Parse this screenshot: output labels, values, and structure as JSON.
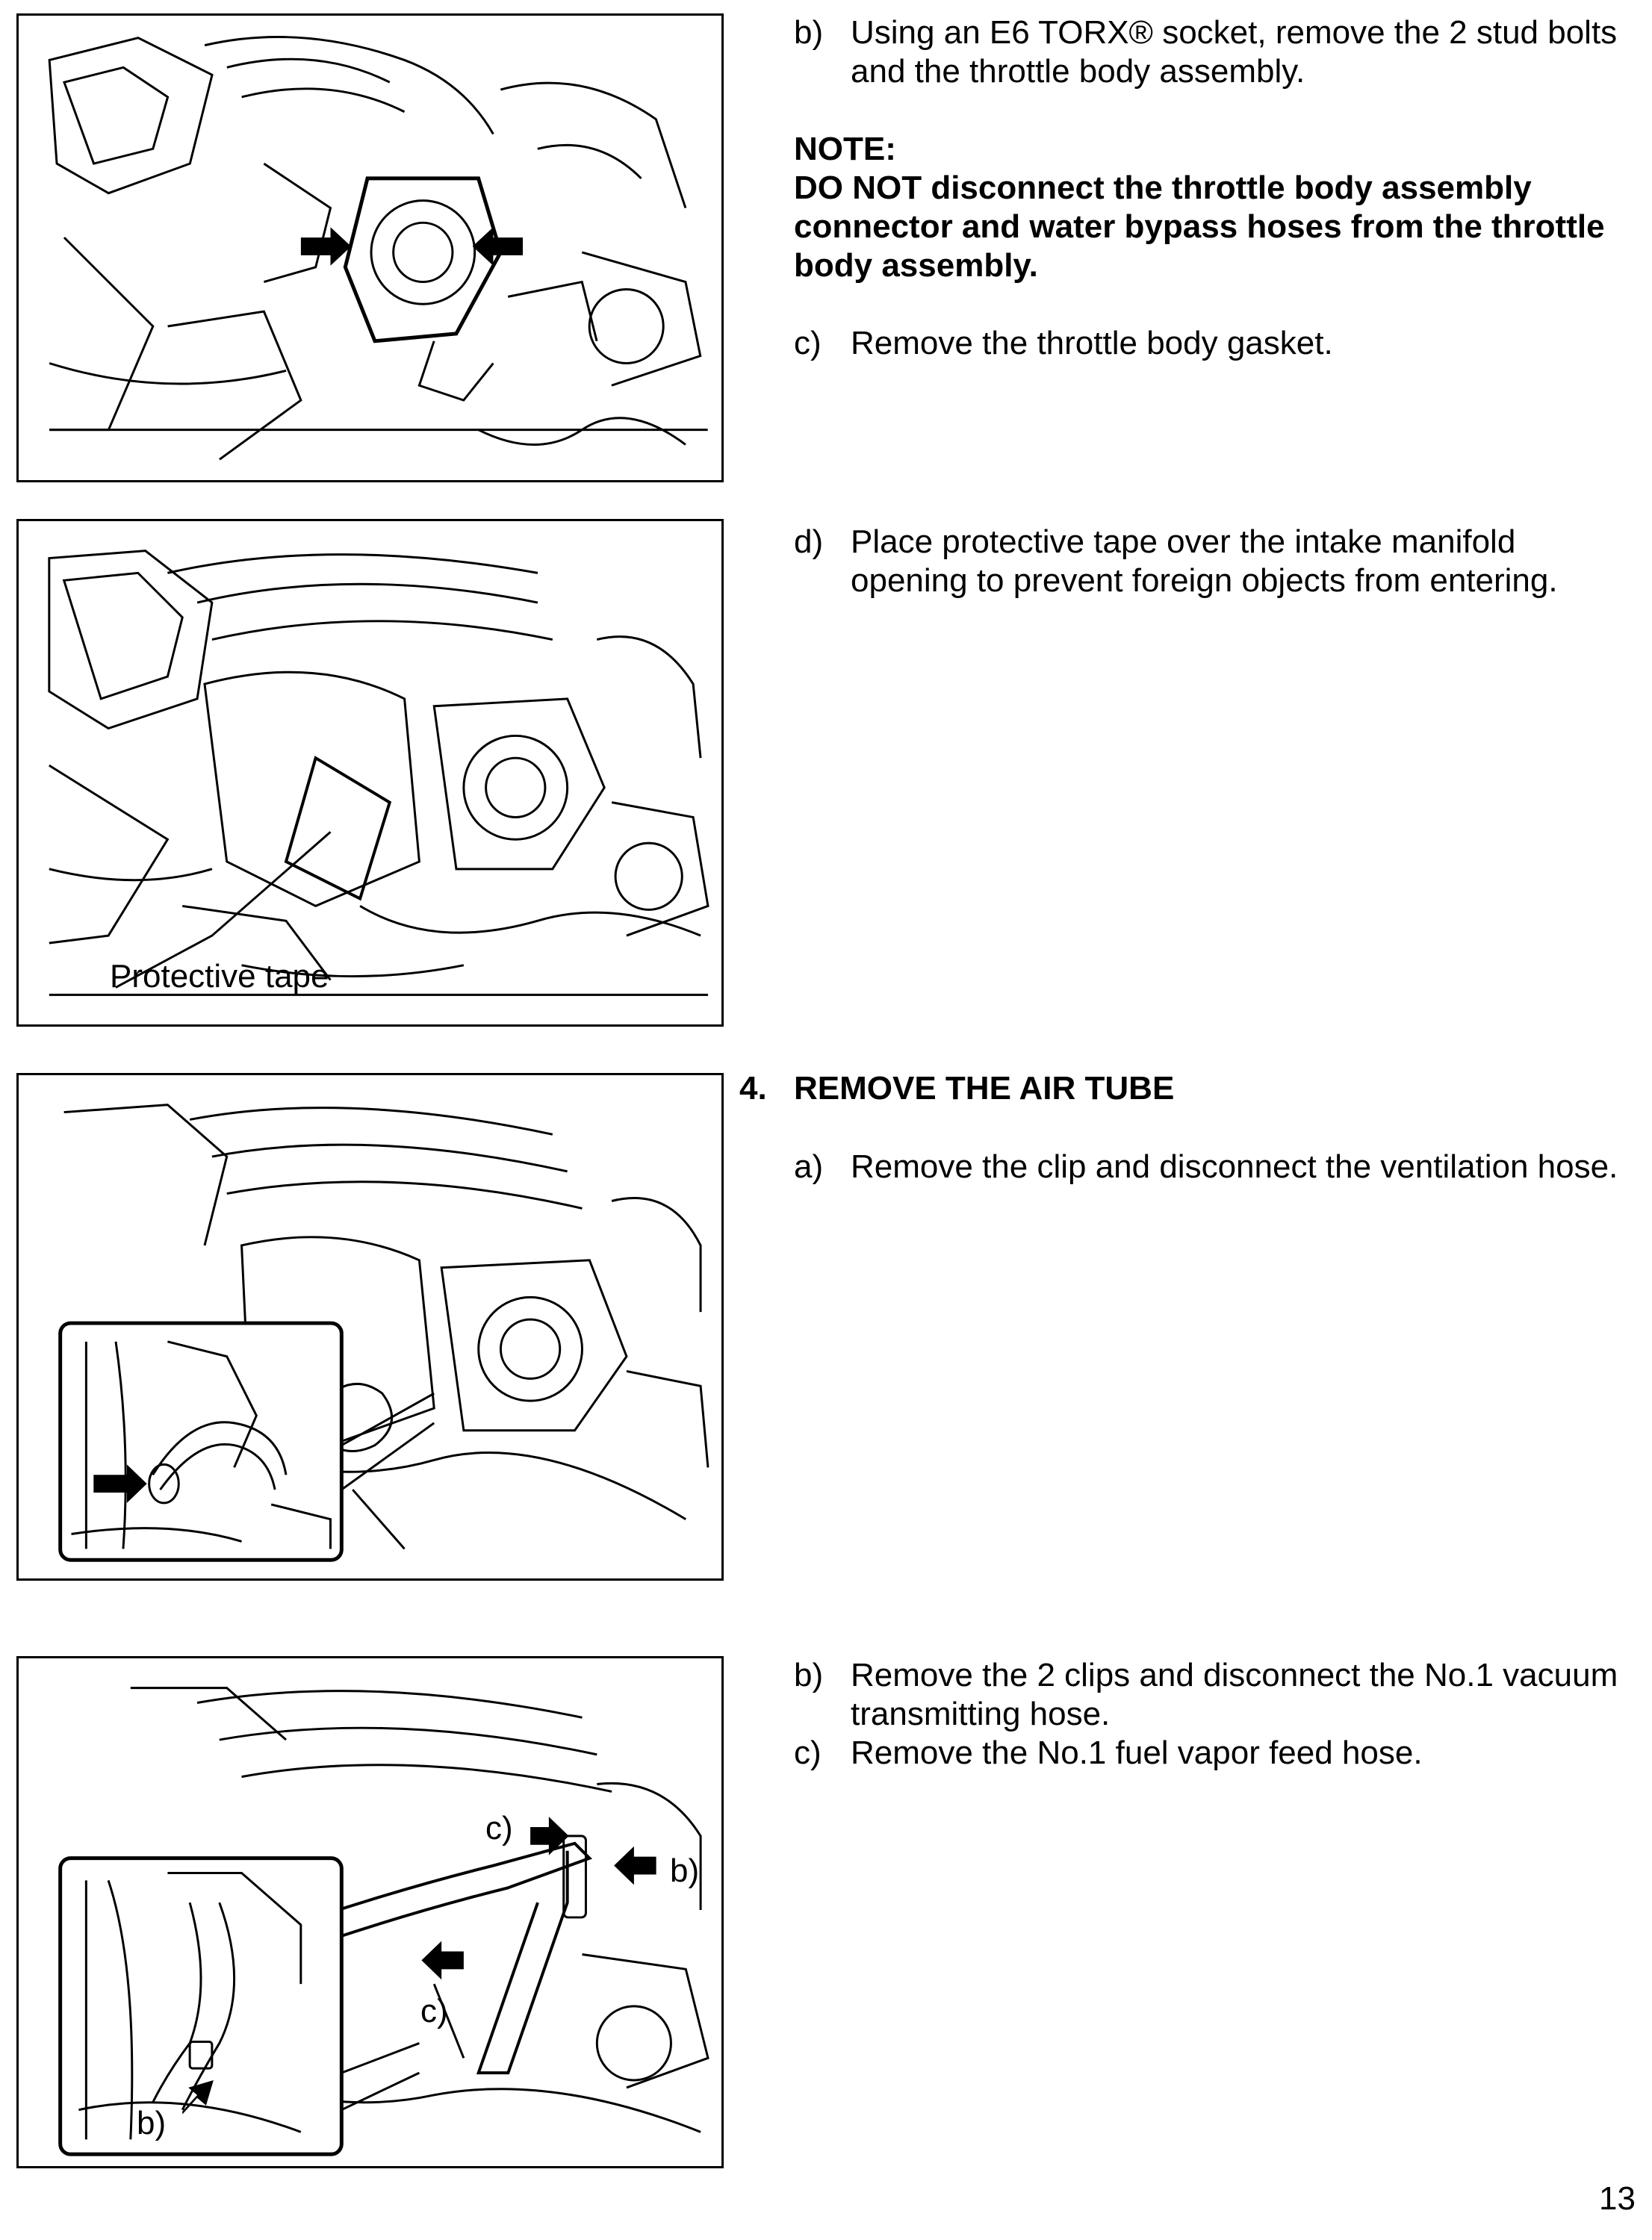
{
  "section1": {
    "step_b": {
      "label": "b)",
      "text": "Using an E6 TORX® socket, remove the 2 stud bolts and the throttle body assembly."
    },
    "note_title": "NOTE:",
    "note_body": "DO NOT disconnect the throttle body assembly connector and water bypass hoses from the throttle body assembly.",
    "step_c": {
      "label": "c)",
      "text": "Remove the throttle body gasket."
    }
  },
  "section2": {
    "step_d": {
      "label": "d)",
      "text": "Place protective tape over the intake manifold opening to prevent foreign objects from entering."
    },
    "figure_label": "Protective tape"
  },
  "section3": {
    "heading_num": "4.",
    "heading_text": "REMOVE THE AIR TUBE",
    "step_a": {
      "label": "a)",
      "text": "Remove the clip and disconnect the ventilation hose."
    }
  },
  "section4": {
    "step_b": {
      "label": "b)",
      "text": "Remove the 2 clips and disconnect the No.1 vacuum transmitting hose."
    },
    "step_c": {
      "label": "c)",
      "text": "Remove the No.1 fuel vapor feed hose."
    },
    "figure_labels": {
      "c_top": "c)",
      "b_right": "b)",
      "c_bottom": "c)",
      "b_inset": "b)"
    }
  },
  "page_number": "13"
}
